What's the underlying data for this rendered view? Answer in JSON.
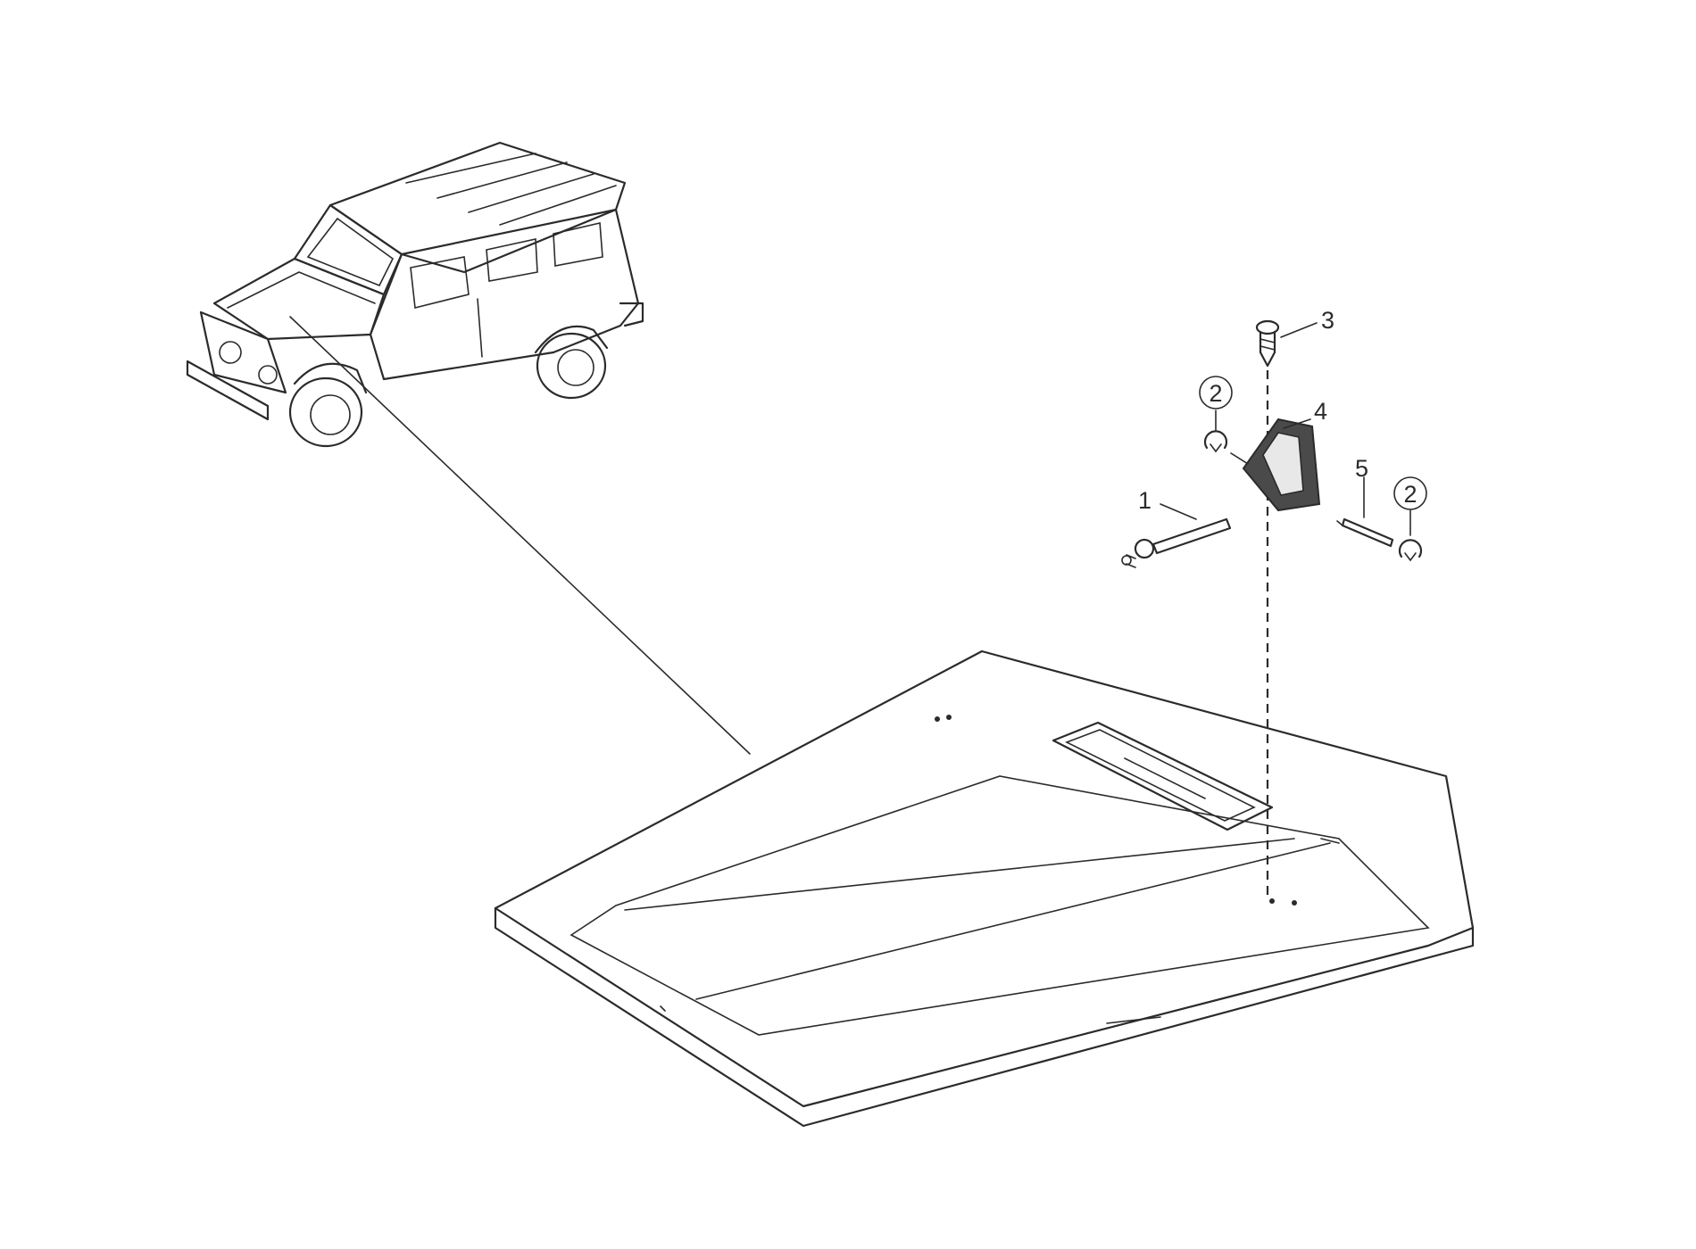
{
  "diagram": {
    "callouts": {
      "part_1": "1",
      "part_2_left": "2",
      "part_2_right": "2",
      "part_3": "3",
      "part_4": "4",
      "part_5": "5"
    },
    "icons": [
      "vehicle-illustration",
      "hood-panel",
      "screw",
      "circlip",
      "hinge-block",
      "pin",
      "hood-strap"
    ]
  }
}
